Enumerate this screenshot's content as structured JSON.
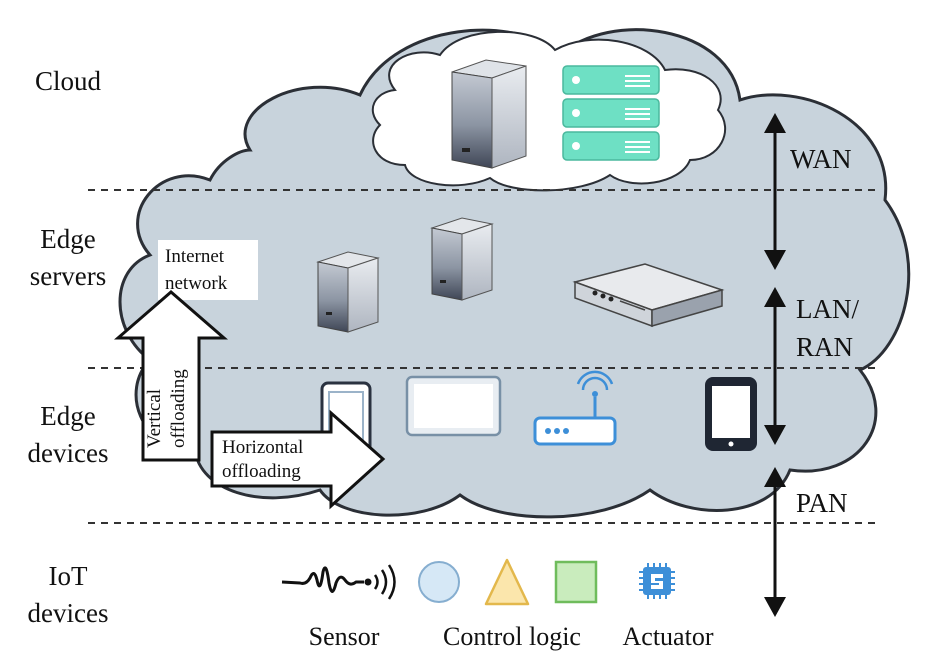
{
  "tiers": {
    "cloud": "Cloud",
    "edge_servers": [
      "Edge",
      "servers"
    ],
    "edge_devices": [
      "Edge",
      "devices"
    ],
    "iot_devices": [
      "IoT",
      "devices"
    ]
  },
  "network": {
    "wan": "WAN",
    "lan_ran": [
      "LAN/",
      "RAN"
    ],
    "pan": "PAN"
  },
  "callouts": {
    "internet_network": [
      "Internet",
      "network"
    ],
    "vertical_offloading": [
      "Vertical",
      "offloading"
    ],
    "horizontal_offloading": [
      "Horizontal",
      "offloading"
    ]
  },
  "legend": {
    "sensor": "Sensor",
    "control_logic": "Control logic",
    "actuator": "Actuator"
  },
  "colors": {
    "cloud_fill": "#c8d3dc",
    "inner_cloud_fill": "#ffffff",
    "rack_server": "#6ee0c4",
    "circle_fill": "#d6e8f6",
    "triangle_fill": "#fbe6ac",
    "square_fill": "#c9ecbd",
    "chip": "#3d8fd8"
  }
}
